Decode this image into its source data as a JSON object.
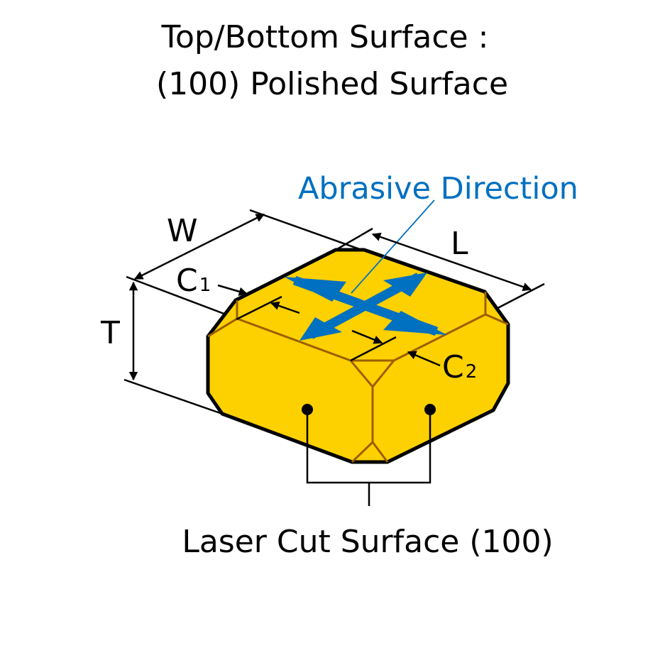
{
  "title": {
    "line1": "Top/Bottom Surface :",
    "line2": "(100) Polished Surface"
  },
  "labels": {
    "abrasive": "Abrasive Direction",
    "w": "W",
    "l": "L",
    "t": "T",
    "c1": "C",
    "c1_sub": "1",
    "c2": "C",
    "c2_sub": "2",
    "laser": "Laser Cut Surface (100)"
  },
  "colors": {
    "body": "#fdd000",
    "edge": "#9a6000",
    "accent": "#0070c0",
    "outline": "#000000"
  }
}
